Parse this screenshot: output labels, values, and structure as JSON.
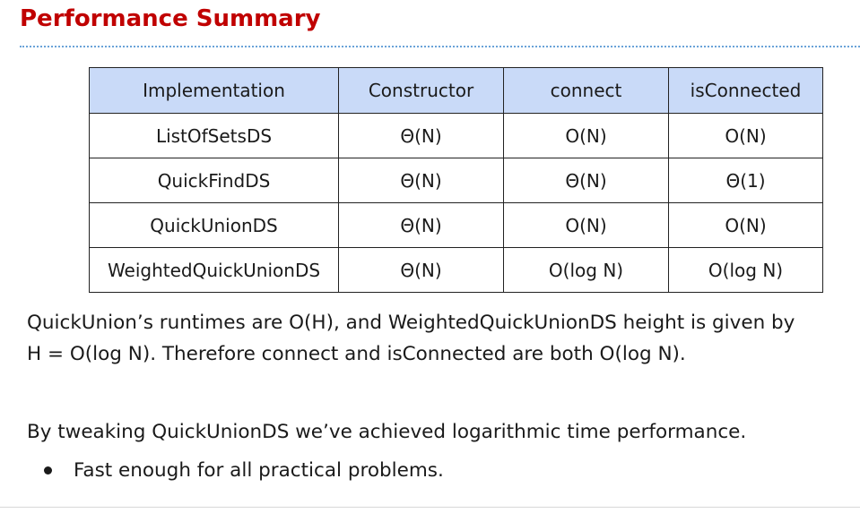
{
  "slide": {
    "title": "Performance Summary"
  },
  "table": {
    "headers": [
      "Implementation",
      "Constructor",
      "connect",
      "isConnected"
    ],
    "rows": [
      [
        "ListOfSetsDS",
        "Θ(N)",
        "O(N)",
        "O(N)"
      ],
      [
        "QuickFindDS",
        "Θ(N)",
        "Θ(N)",
        "Θ(1)"
      ],
      [
        "QuickUnionDS",
        "Θ(N)",
        "O(N)",
        "O(N)"
      ],
      [
        "WeightedQuickUnionDS",
        "Θ(N)",
        "O(log N)",
        "O(log N)"
      ]
    ]
  },
  "body": {
    "paragraph_1_line_1": "QuickUnion’s runtimes are O(H), and WeightedQuickUnionDS height is given by",
    "paragraph_1_line_2": "H = O(log N). Therefore connect and isConnected are both O(log N).",
    "paragraph_2": "By tweaking QuickUnionDS we’ve achieved logarithmic time performance.",
    "bullets": [
      "Fast enough for all practical problems."
    ]
  },
  "colors": {
    "title": "#c00000",
    "header_fill": "#c9daf8",
    "title_rule": "#6aa3d8"
  }
}
